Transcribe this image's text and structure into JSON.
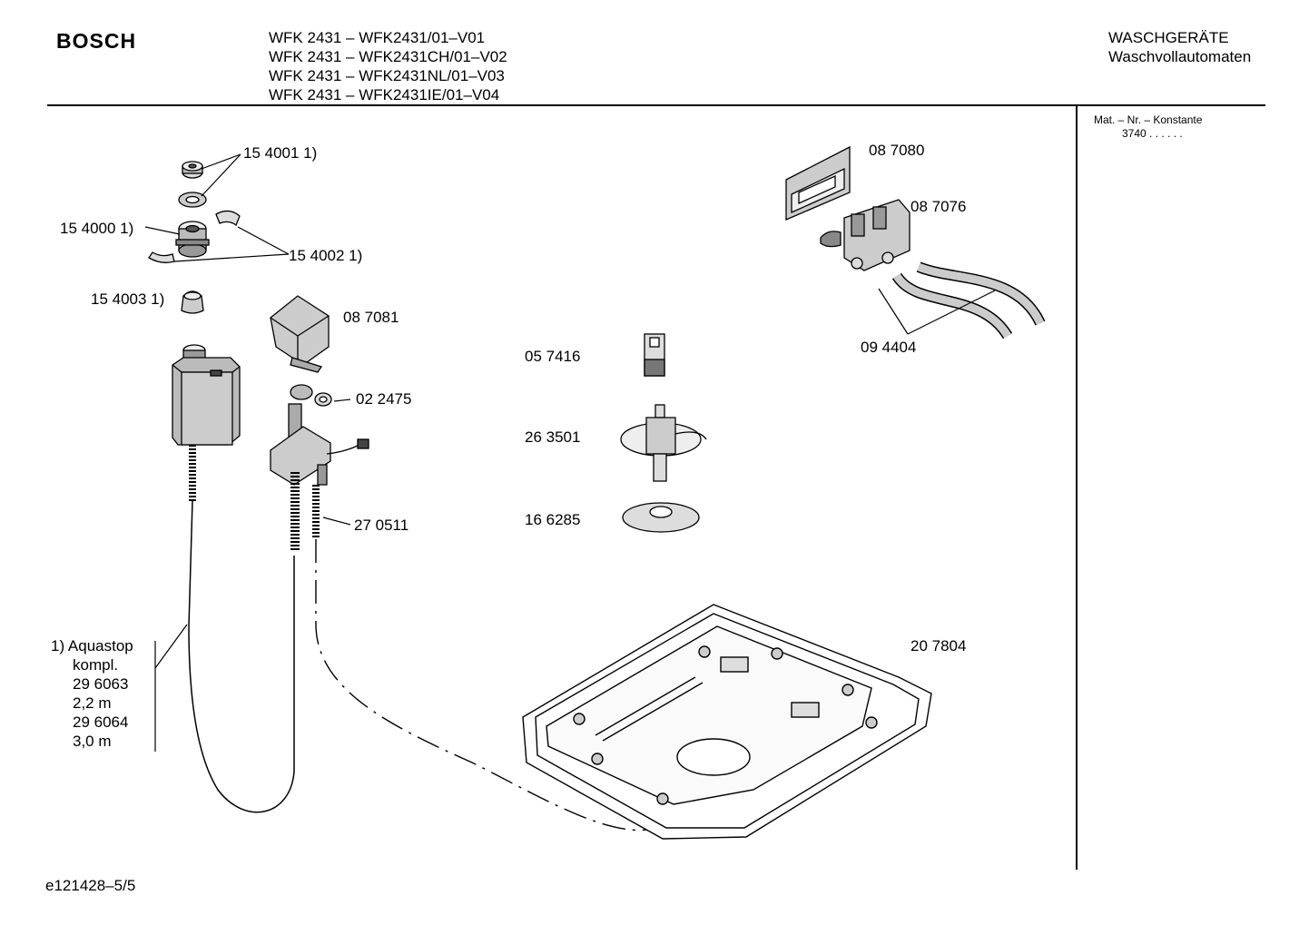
{
  "header": {
    "brand": "BOSCH",
    "models": [
      "WFK 2431 – WFK2431/01–V01",
      "WFK 2431 – WFK2431CH/01–V02",
      "WFK 2431 – WFK2431NL/01–V03",
      "WFK 2431 – WFK2431IE/01–V04"
    ],
    "category": "WASCHGERÄTE",
    "subcategory": "Waschvollautomaten"
  },
  "sidebar": {
    "title": "Mat. – Nr. – Konstante",
    "value": "3740  .  .     .  .  .  ."
  },
  "parts": {
    "p154001": "15 4001 1)",
    "p154000": "15 4000 1)",
    "p154002": "15 4002 1)",
    "p154003": "15 4003 1)",
    "p087081": "08 7081",
    "p022475": "02 2475",
    "p270511": "27 0511",
    "p057416": "05 7416",
    "p263501": "26 3501",
    "p166285": "16 6285",
    "p087080": "08 7080",
    "p087076": "08 7076",
    "p094404": "09 4404",
    "p207804": "20 7804"
  },
  "note": {
    "lines": [
      "1)  Aquastop",
      "kompl.",
      "29 6063",
      "2,2 m",
      "29 6064",
      "3,0 m"
    ]
  },
  "footer": {
    "code": "e121428–5/5"
  }
}
